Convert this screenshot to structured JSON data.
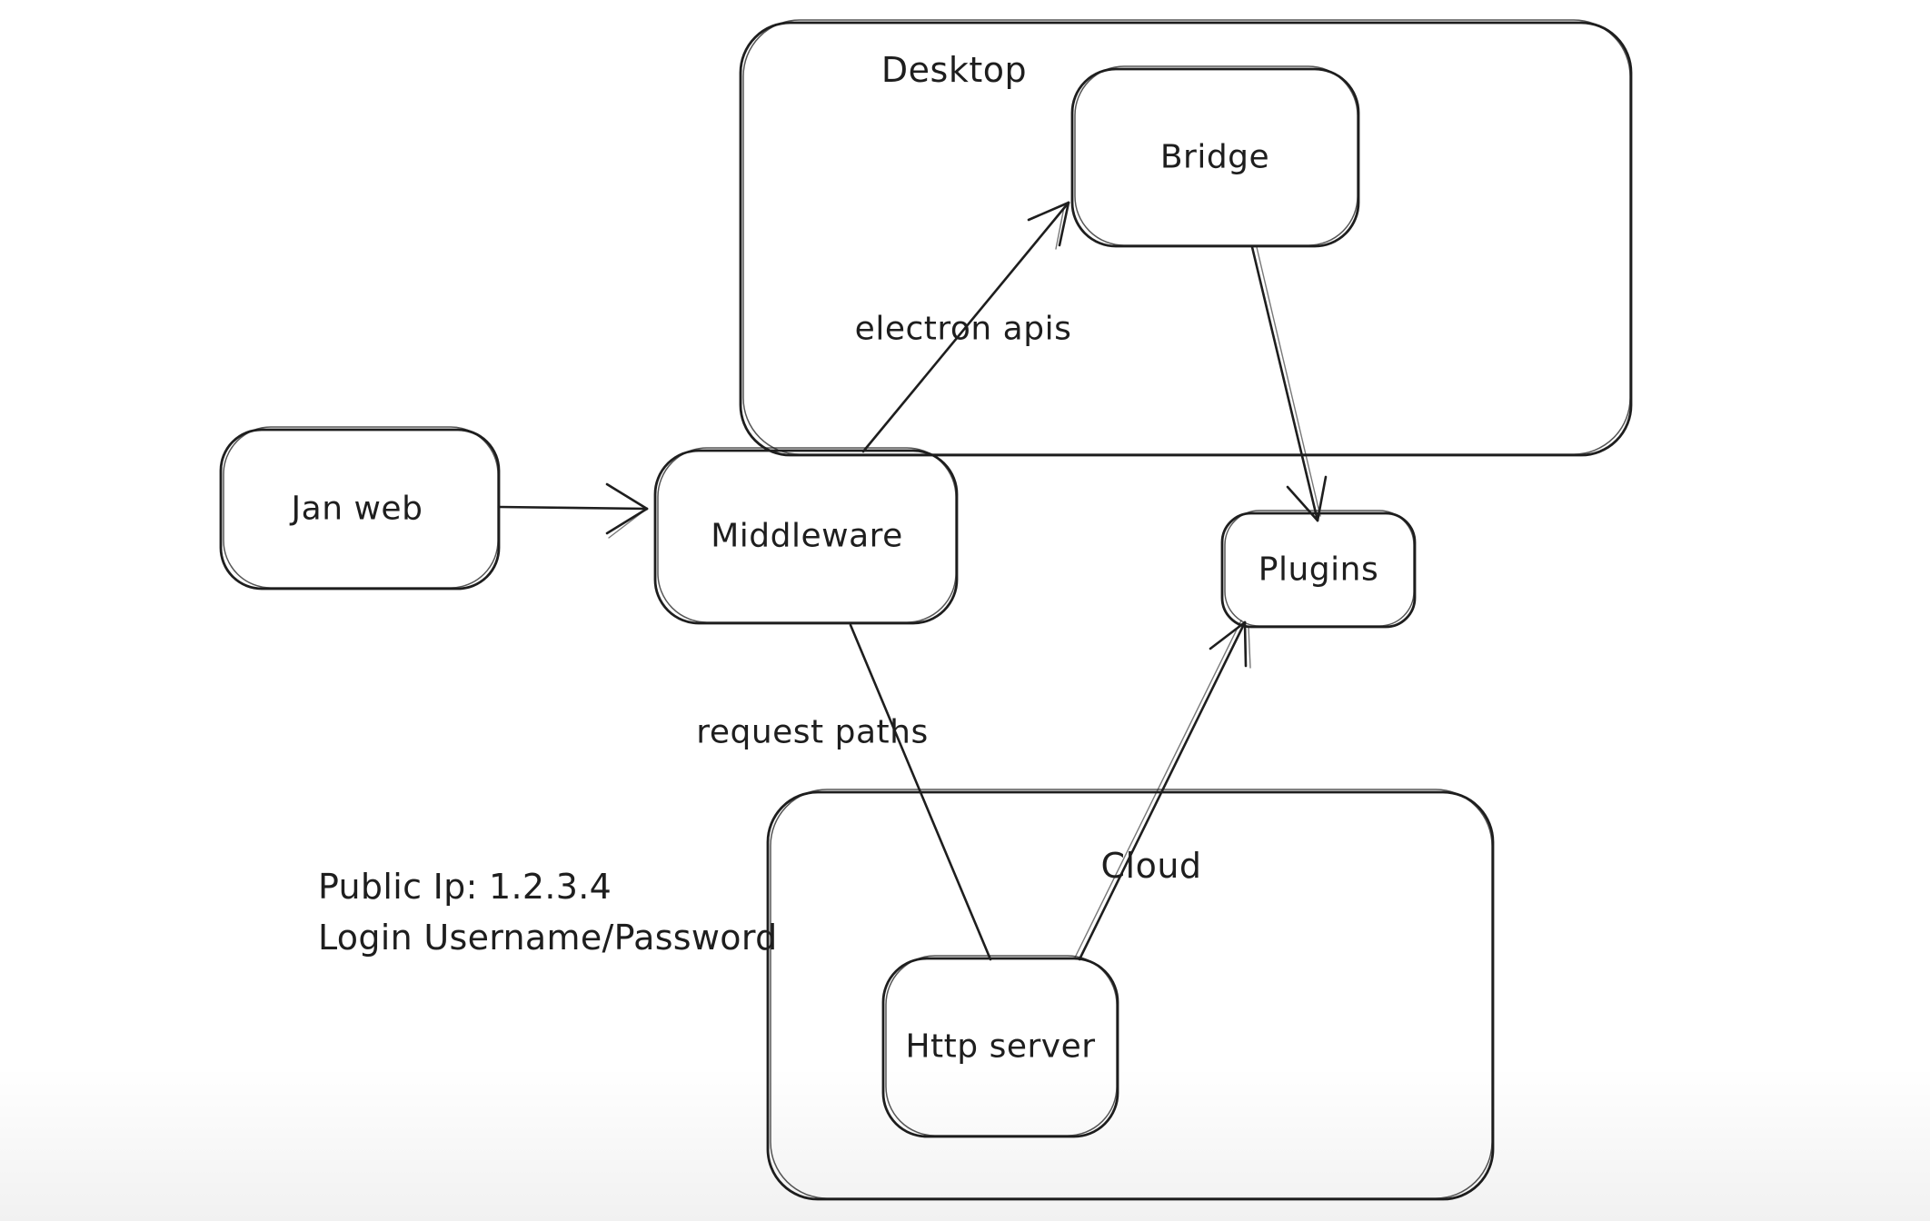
{
  "canvas": {
    "background_color": "#ffffff",
    "stroke_color": "#1e1e1e"
  },
  "containers": [
    {
      "id": "desktop",
      "label": "Desktop"
    },
    {
      "id": "cloud",
      "label": "Cloud"
    }
  ],
  "nodes": [
    {
      "id": "jan-web",
      "label": "Jan web"
    },
    {
      "id": "middleware",
      "label": "Middleware"
    },
    {
      "id": "bridge",
      "label": "Bridge"
    },
    {
      "id": "plugins",
      "label": "Plugins"
    },
    {
      "id": "http-server",
      "label": "Http server"
    }
  ],
  "edges": [
    {
      "id": "jan-web-to-middleware",
      "label": "",
      "arrowhead": "at-middleware"
    },
    {
      "id": "middleware-to-bridge",
      "label": "electron apis",
      "arrowhead": "at-bridge"
    },
    {
      "id": "bridge-to-plugins",
      "label": "",
      "arrowhead": "at-plugins"
    },
    {
      "id": "middleware-to-http-server",
      "label": "request paths",
      "arrowhead": "none"
    },
    {
      "id": "http-server-to-plugins",
      "label": "",
      "arrowhead": "at-plugins"
    }
  ],
  "annotation": {
    "line1": "Public Ip: 1.2.3.4",
    "line2": "Login Username/Password"
  }
}
